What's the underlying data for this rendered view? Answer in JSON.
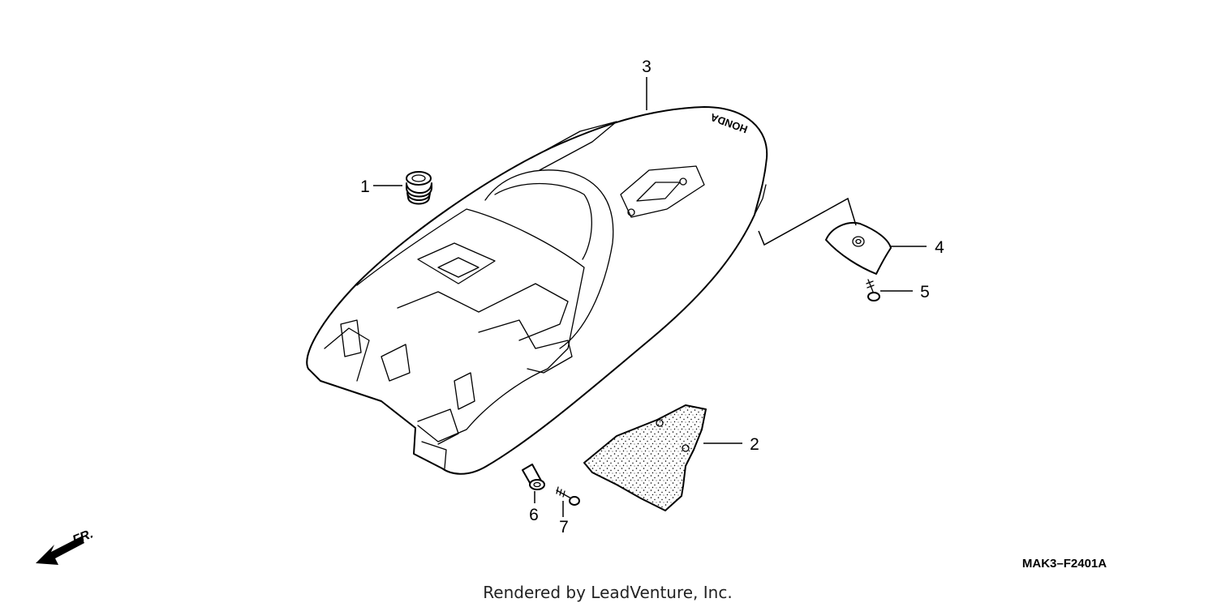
{
  "diagram": {
    "callouts": [
      {
        "id": "1",
        "label": "1"
      },
      {
        "id": "2",
        "label": "2"
      },
      {
        "id": "3",
        "label": "3"
      },
      {
        "id": "4",
        "label": "4"
      },
      {
        "id": "5",
        "label": "5"
      },
      {
        "id": "6",
        "label": "6"
      },
      {
        "id": "7",
        "label": "7"
      }
    ],
    "brand_marking": "HONDA",
    "direction_label": "FR.",
    "diagram_code": "MAK3–F2401A"
  },
  "footer": {
    "text": "Rendered by LeadVenture, Inc."
  }
}
